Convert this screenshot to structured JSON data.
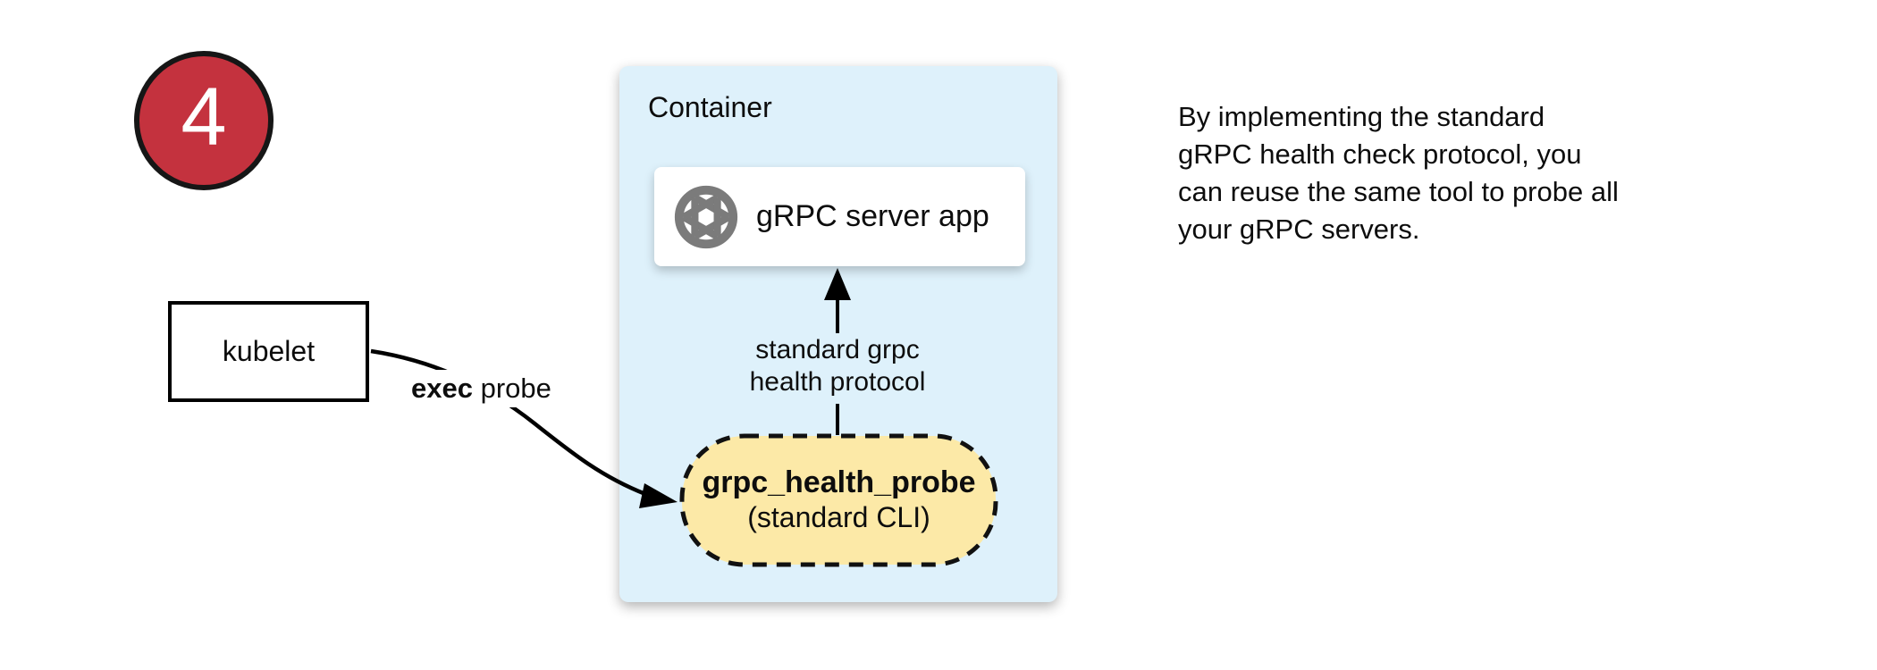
{
  "diagram": {
    "step_badge": {
      "number": "4",
      "color": "#C4323E"
    },
    "kubelet": {
      "label": "kubelet"
    },
    "exec_probe": {
      "bold": "exec",
      "rest": " probe"
    },
    "container": {
      "title": "Container",
      "bg_color": "#DEF1FB",
      "server_app": {
        "label": "gRPC server app",
        "icon": "grpc-aperture-icon",
        "icon_color": "#7B7B7B"
      },
      "health_protocol_label": {
        "line1": "standard grpc",
        "line2": "health protocol"
      },
      "probe_tool": {
        "name": "grpc_health_probe",
        "subtitle": "(standard CLI)",
        "bg_color": "#FCE9A7"
      }
    },
    "note": {
      "lines": [
        "By implementing the standard",
        "gRPC health check protocol, you",
        "can reuse the same tool to probe all",
        "your gRPC servers."
      ]
    }
  }
}
